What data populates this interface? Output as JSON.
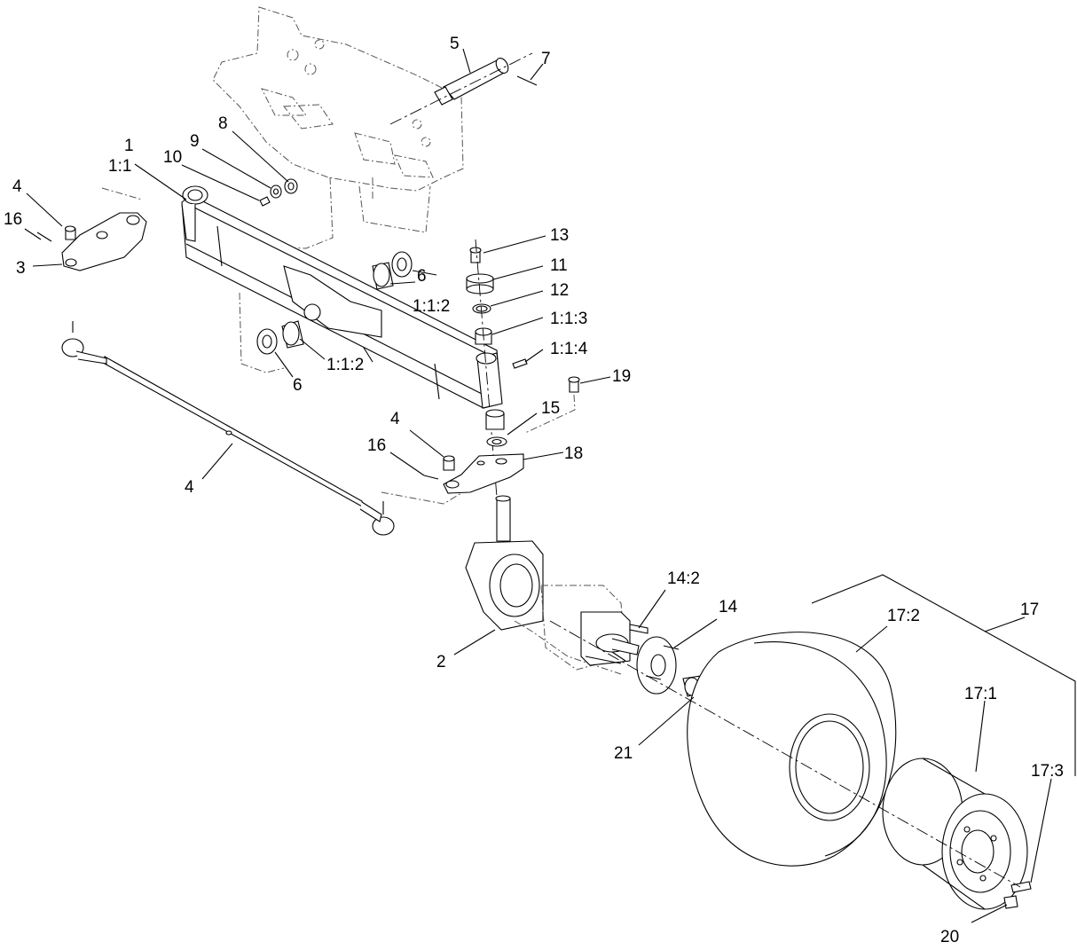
{
  "callouts": {
    "c1": "1",
    "c1_1": "1:1",
    "c1_1_2a": "1:1:2",
    "c1_1_2b": "1:1:2",
    "c1_1_3": "1:1:3",
    "c1_1_4": "1:1:4",
    "c2": "2",
    "c3": "3",
    "c4a": "4",
    "c4b": "4",
    "c4c": "4",
    "c5": "5",
    "c6a": "6",
    "c6b": "6",
    "c7": "7",
    "c8": "8",
    "c9": "9",
    "c10": "10",
    "c11": "11",
    "c12": "12",
    "c13": "13",
    "c14": "14",
    "c14_2": "14:2",
    "c15": "15",
    "c16a": "16",
    "c16b": "16",
    "c17": "17",
    "c17_1": "17:1",
    "c17_2": "17:2",
    "c17_3": "17:3",
    "c18": "18",
    "c19": "19",
    "c20": "20",
    "c21": "21"
  }
}
